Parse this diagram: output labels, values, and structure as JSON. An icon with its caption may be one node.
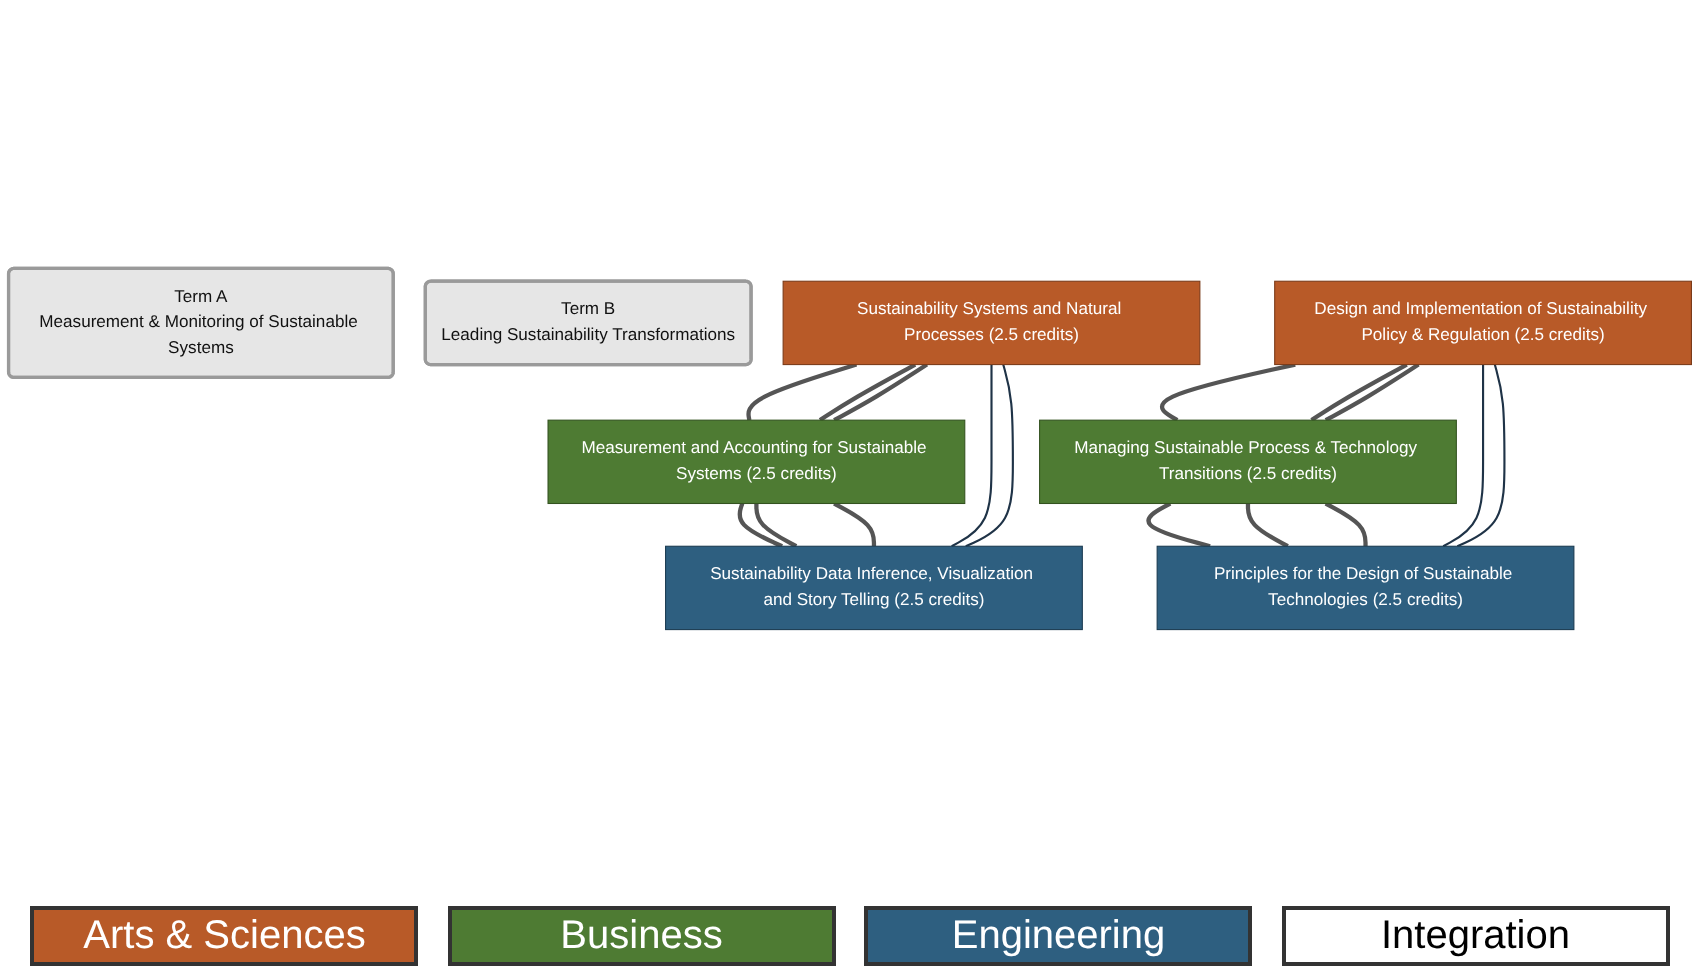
{
  "diagram": {
    "nodes": [
      {
        "text": [
          "Term A",
          "Measurement & Monitoring of Sustainable Systems"
        ]
      },
      {
        "text": [
          "Term B",
          "Leading Sustainability Transformations"
        ]
      },
      {
        "text": [
          "Sustainability Systems and Natural Processes (2.5 credits)"
        ]
      },
      {
        "text": [
          "Measurement and Accounting for Sustainable Systems (2.5 credits)"
        ]
      },
      {
        "text": [
          "Sustainability Data Inference, Visualization and Story Telling (2.5 credits)"
        ]
      },
      {
        "text": [
          "Design and Implementation of Sustainability Policy & Regulation (2.5 credits)"
        ]
      },
      {
        "text": [
          "Managing Sustainable Process & Technology Transitions (2.5 credits)"
        ]
      },
      {
        "text": [
          "Principles for the Design of Sustainable Technologies (2.5 credits)"
        ]
      }
    ],
    "edges": [
      {
        "from": 2,
        "to": 3,
        "arrow": "none"
      },
      {
        "from": 2,
        "to": 3,
        "arrow": "none"
      },
      {
        "from": 2,
        "to": 3,
        "arrow": "none"
      },
      {
        "from": 3,
        "to": 4,
        "arrow": "none"
      },
      {
        "from": 3,
        "to": 4,
        "arrow": "none"
      },
      {
        "from": 3,
        "to": 4,
        "arrow": "none"
      },
      {
        "from": 2,
        "to": 4,
        "arrow": "none",
        "color": "#1f3347"
      },
      {
        "from": 2,
        "to": 4,
        "arrow": "none",
        "color": "#1f3347"
      },
      {
        "from": 5,
        "to": 6,
        "arrow": "none"
      },
      {
        "from": 5,
        "to": 6,
        "arrow": "none"
      },
      {
        "from": 5,
        "to": 6,
        "arrow": "none"
      },
      {
        "from": 6,
        "to": 7,
        "arrow": "none"
      },
      {
        "from": 6,
        "to": 7,
        "arrow": "none"
      },
      {
        "from": 6,
        "to": 7,
        "arrow": "none"
      },
      {
        "from": 5,
        "to": 7,
        "arrow": "none",
        "color": "#1f3347"
      },
      {
        "from": 5,
        "to": 7,
        "arrow": "none",
        "color": "#1f3347"
      }
    ],
    "legend": [
      {
        "text": "Arts & Sciences",
        "color": "#b85a28"
      },
      {
        "text": "Business",
        "color": "#4e7b33"
      },
      {
        "text": "Engineering",
        "color": "#2e5f80"
      },
      {
        "text": "Integration",
        "color": "#ffffff"
      }
    ]
  }
}
